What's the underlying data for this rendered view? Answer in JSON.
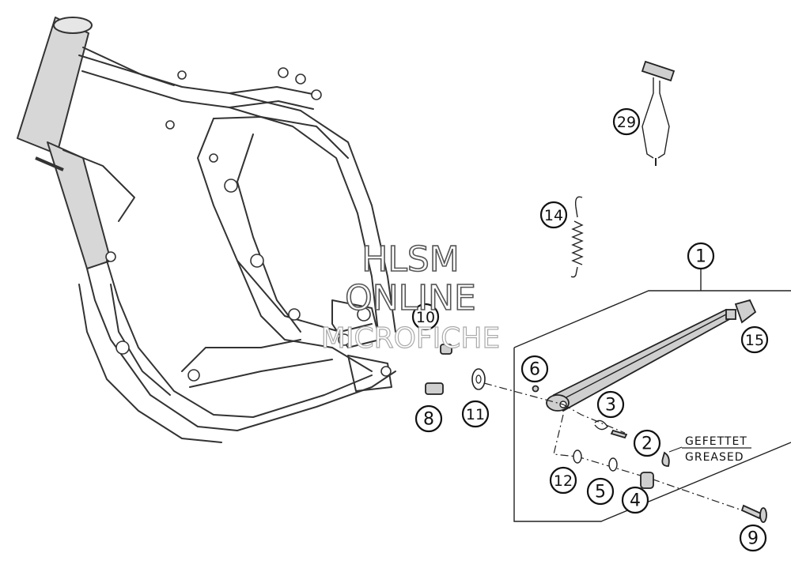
{
  "diagram": {
    "callouts": {
      "c1": "1",
      "c2": "2",
      "c3": "3",
      "c4": "4",
      "c5": "5",
      "c6": "6",
      "c8": "8",
      "c9": "9",
      "c10": "10",
      "c11": "11",
      "c12": "12",
      "c14": "14",
      "c15": "15",
      "c29": "29"
    },
    "note": {
      "line1": "GEFETTET",
      "line2": "GREASED"
    }
  },
  "watermark": {
    "line1": "HLSM",
    "line2": "ONLINE",
    "line3": "MICROFICHE"
  }
}
